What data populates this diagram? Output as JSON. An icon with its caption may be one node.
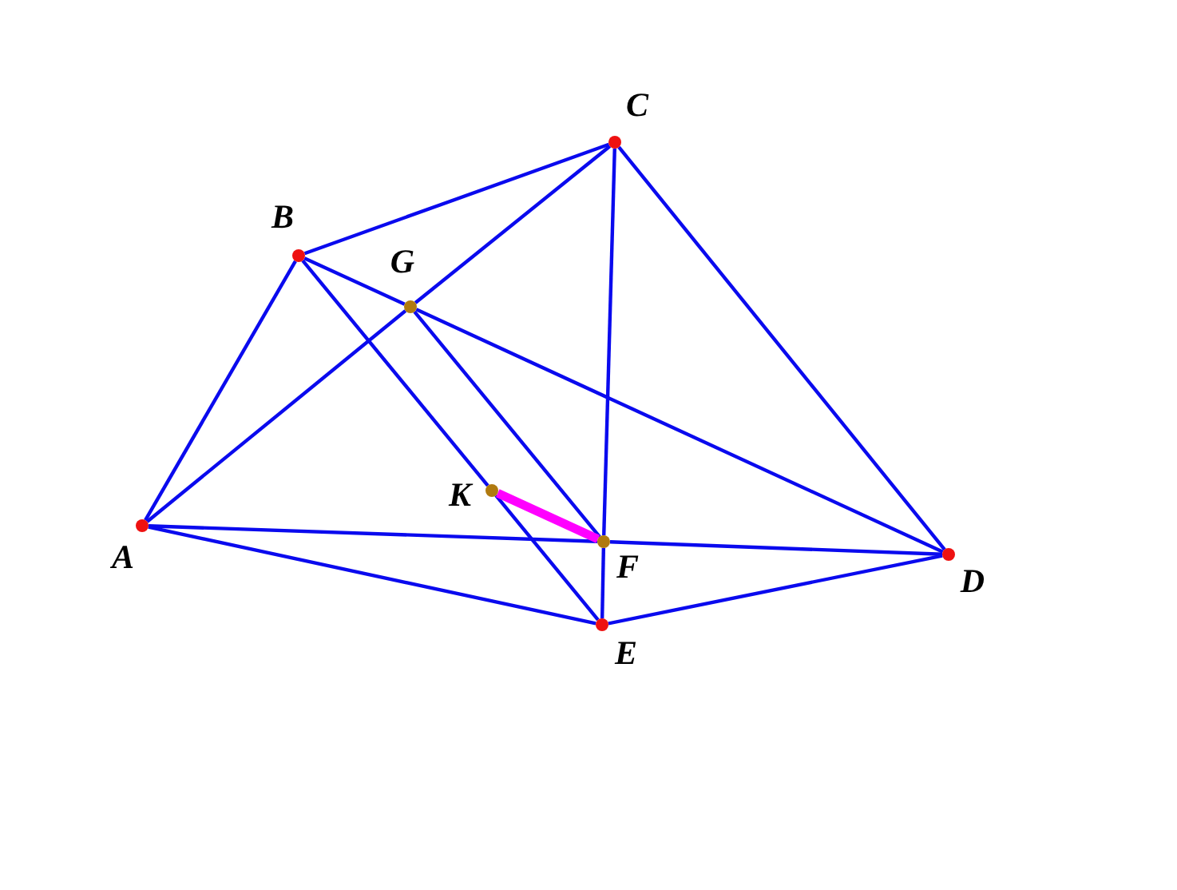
{
  "diagram": {
    "nodes": [
      {
        "text": [],
        "shape": "circle",
        "beside": [
          "A"
        ]
      },
      {
        "text": [],
        "shape": "circle",
        "beside": [
          "B"
        ]
      },
      {
        "text": [],
        "shape": "circle",
        "beside": [
          "C"
        ]
      },
      {
        "text": [],
        "shape": "circle",
        "beside": [
          "D"
        ]
      },
      {
        "text": [],
        "shape": "circle",
        "beside": [
          "E"
        ]
      },
      {
        "text": [],
        "shape": "circle",
        "beside": [
          "F"
        ]
      },
      {
        "text": [],
        "shape": "circle",
        "beside": [
          "G"
        ]
      },
      {
        "text": [],
        "shape": "circle",
        "beside": [
          "K"
        ]
      }
    ],
    "edges": [
      {
        "from": 0,
        "to": 1,
        "arrow": "none"
      },
      {
        "from": 1,
        "to": 2,
        "arrow": "none"
      },
      {
        "from": 0,
        "to": 6,
        "arrow": "none"
      },
      {
        "from": 6,
        "to": 2,
        "arrow": "none"
      },
      {
        "from": 2,
        "to": 3,
        "arrow": "none"
      },
      {
        "from": 2,
        "to": 5,
        "arrow": "none"
      },
      {
        "from": 5,
        "to": 4,
        "arrow": "none"
      },
      {
        "from": 0,
        "to": 5,
        "arrow": "none"
      },
      {
        "from": 5,
        "to": 3,
        "arrow": "none"
      },
      {
        "from": 0,
        "to": 4,
        "arrow": "none"
      },
      {
        "from": 4,
        "to": 3,
        "arrow": "none"
      },
      {
        "from": 1,
        "to": 6,
        "arrow": "none"
      },
      {
        "from": 6,
        "to": 3,
        "arrow": "none"
      },
      {
        "from": 1,
        "to": 7,
        "arrow": "none"
      },
      {
        "from": 7,
        "to": 4,
        "arrow": "none"
      },
      {
        "from": 6,
        "to": 5,
        "arrow": "none"
      },
      {
        "from": 7,
        "to": 5,
        "arrow": "none",
        "style": "thick",
        "color": "#ff00ff"
      }
    ]
  }
}
